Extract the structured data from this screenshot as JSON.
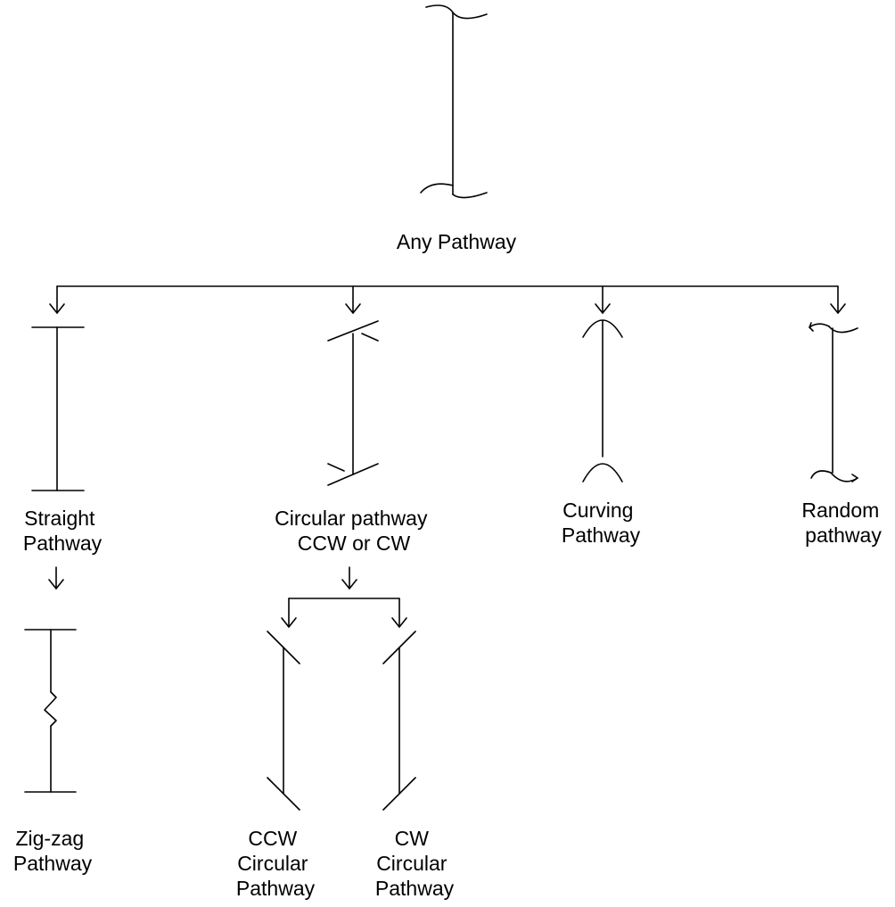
{
  "diagram": {
    "root": {
      "label": "Any Pathway",
      "glyph": "random-pathway-glyph"
    },
    "level1": [
      {
        "lines": [
          "Straight",
          "Pathway"
        ],
        "glyph": "straight-pathway-glyph"
      },
      {
        "lines": [
          "Circular pathway",
          "CCW or CW"
        ],
        "glyph": "circular-pathway-glyph"
      },
      {
        "lines": [
          "Curving",
          "Pathway"
        ],
        "glyph": "curving-pathway-glyph"
      },
      {
        "lines": [
          "Random",
          "pathway"
        ],
        "glyph": "random-pathway-glyph"
      }
    ],
    "level2": [
      {
        "lines": [
          "Zig-zag",
          "Pathway"
        ],
        "glyph": "zigzag-pathway-glyph"
      },
      {
        "lines": [
          "CCW",
          "Circular",
          "Pathway"
        ],
        "glyph": "ccw-circular-pathway-glyph"
      },
      {
        "lines": [
          "CW",
          "Circular",
          "Pathway"
        ],
        "glyph": "cw-circular-pathway-glyph"
      }
    ],
    "line_color": "#000000",
    "background": "#ffffff"
  }
}
